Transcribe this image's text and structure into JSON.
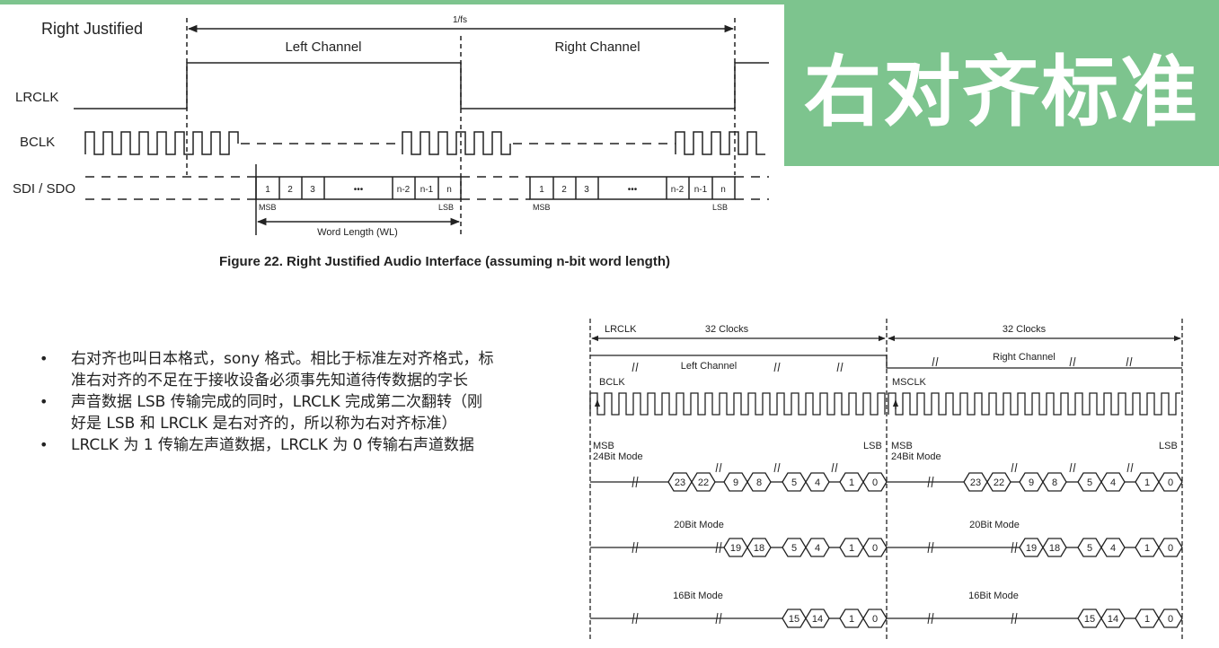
{
  "slide_title": "右对齐标准",
  "figure1": {
    "heading": "Right Justified",
    "period_label": "1/fs",
    "left_channel": "Left Channel",
    "right_channel": "Right Channel",
    "signals": [
      "LRCLK",
      "BCLK",
      "SDI / SDO"
    ],
    "slots": [
      "1",
      "2",
      "3",
      "•••",
      "n-2",
      "n-1",
      "n"
    ],
    "msb": "MSB",
    "lsb": "LSB",
    "word_length": "Word Length (WL)",
    "caption": "Figure 22.  Right Justified Audio Interface (assuming n-bit word length)"
  },
  "bullets": [
    "右对齐也叫日本格式，sony 格式。相比于标准左对齐格式，标准右对齐的不足在于接收设备必须事先知道待传数据的字长",
    "声音数据 LSB 传输完成的同时，LRCLK 完成第二次翻转（刚好是 LSB 和 LRCLK 是右对齐的，所以称为右对齐标准）",
    "LRCLK 为 1 传输左声道数据，LRCLK 为 0 传输右声道数据"
  ],
  "figure2": {
    "lrclk": "LRCLK",
    "clocks_left": "32 Clocks",
    "clocks_right": "32 Clocks",
    "left_channel": "Left Channel",
    "right_channel": "Right Channel",
    "bclk": "BCLK",
    "msclk": "MSCLK",
    "msb": "MSB",
    "lsb": "LSB",
    "mode24": "24Bit Mode",
    "mode20": "20Bit Mode",
    "mode16": "16Bit Mode",
    "bits24": [
      "23",
      "22",
      "9",
      "8",
      "5",
      "4",
      "1",
      "0"
    ],
    "bits20": [
      "19",
      "18",
      "5",
      "4",
      "1",
      "0"
    ],
    "bits16": [
      "15",
      "14",
      "1",
      "0"
    ]
  }
}
